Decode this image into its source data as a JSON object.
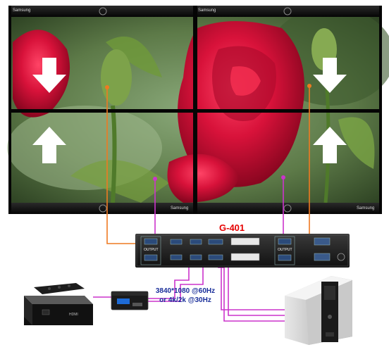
{
  "video_wall": {
    "brand_top_left": "Samsung",
    "brand_top_right": "Samsung",
    "brand_bottom_left": "Samsung",
    "brand_bottom_right": "Samsung"
  },
  "processor": {
    "model": "G-401",
    "output_label_left": "OUTPUT",
    "output_label_right": "OUTPUT"
  },
  "source": {
    "resolution_line1": "3840*1080 @60Hz",
    "resolution_line2": "or 4k/2k @30Hz"
  },
  "colors": {
    "cable_orange": "#ee7a22",
    "cable_magenta": "#cc33cc",
    "title_red": "#e60000",
    "res_blue": "#1a2f9a"
  }
}
